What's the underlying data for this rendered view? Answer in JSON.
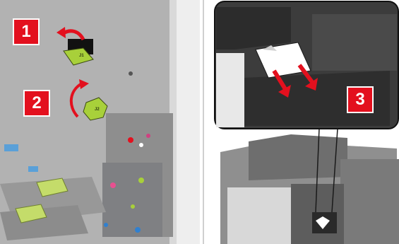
{
  "steps": {
    "one": "1",
    "two": "2",
    "three": "3"
  },
  "tags": {
    "lever_tag": "J1",
    "knob_tag": "J2"
  },
  "colors": {
    "step_badge": "#e3101e",
    "highlight_green": "#a8d03a",
    "arrow_red": "#e3101e"
  },
  "icons": {
    "step1_arrow": "curved-arrow-icon",
    "step2_arrow": "rotate-arrow-icon",
    "step3_arrows": "pull-down-arrows-icon"
  }
}
